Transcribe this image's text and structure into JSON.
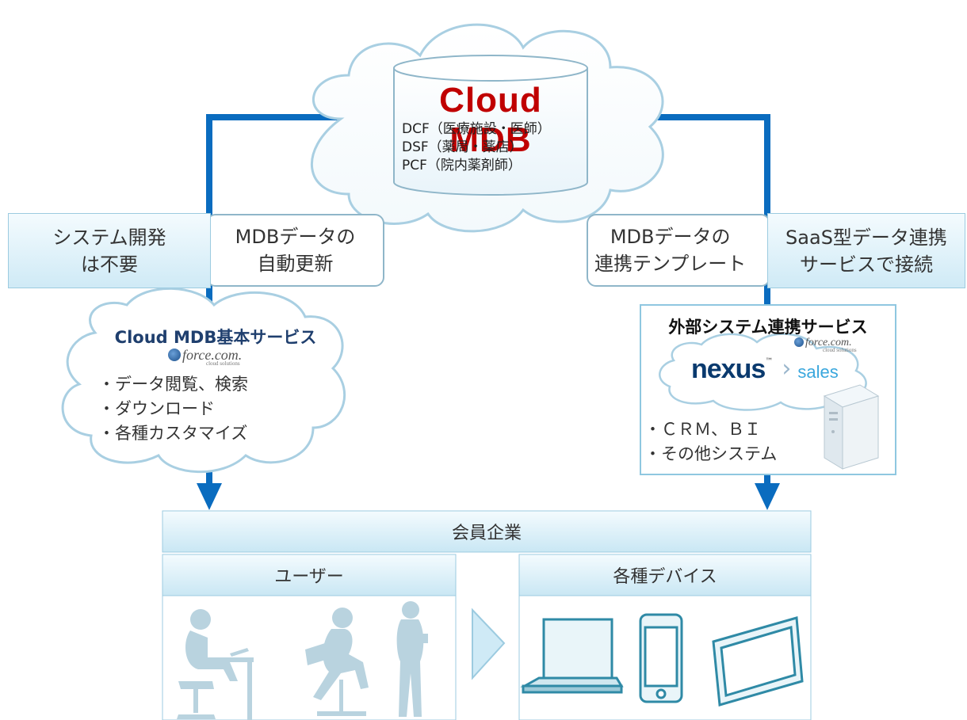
{
  "cloud_db": {
    "title": "Cloud MDB",
    "lines": [
      "DCF（医療施設・医師）",
      "DSF（薬局・薬店）",
      "PCF（院内薬剤師）"
    ]
  },
  "left_labels": {
    "system_dev": "システム開発\nは不要",
    "auto_update": "MDBデータの\n自動更新"
  },
  "right_labels": {
    "template": "MDBデータの\n連携テンプレート",
    "saas": "SaaS型データ連携\nサービスで接続"
  },
  "basic_service": {
    "title": "Cloud MDB基本サービス",
    "logo": "force.com.",
    "logo_sub": "cloud solutions",
    "bullets": [
      "・データ閲覧、検索",
      "・ダウンロード",
      "・各種カスタマイズ"
    ]
  },
  "external_service": {
    "title": "外部システム連携サービス",
    "logo": "force.com.",
    "logo_sub": "cloud solutions",
    "nexus": "nexus",
    "nexus_tm": "™",
    "sales": "sales",
    "bullets": [
      "・ＣＲＭ、ＢＩ",
      "・その他システム"
    ]
  },
  "member": {
    "title": "会員企業",
    "users": "ユーザー",
    "devices": "各種デバイス"
  },
  "colors": {
    "connector": "#0a6cbf",
    "cloud_border": "#a9cfe2",
    "db_text": "#c00000"
  }
}
